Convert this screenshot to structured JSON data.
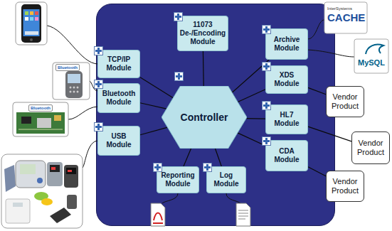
{
  "diagram": {
    "nodes": [
      {
        "text": [
          "11073 De-/Encoding Module"
        ]
      },
      {
        "text": [
          "Controller"
        ]
      },
      {
        "text": [
          "TCP/IP Module"
        ]
      },
      {
        "text": [
          "Bluetooth Module"
        ]
      },
      {
        "text": [
          "USB Module"
        ]
      },
      {
        "text": [
          "Archive Module"
        ]
      },
      {
        "text": [
          "XDS Module"
        ]
      },
      {
        "text": [
          "HL7 Module"
        ]
      },
      {
        "text": [
          "CDA Module"
        ]
      },
      {
        "text": [
          "Reporting Module"
        ]
      },
      {
        "text": [
          "Log Module"
        ]
      },
      {
        "text": [
          "Vendor Product"
        ]
      },
      {
        "text": [
          "Vendor Product"
        ]
      },
      {
        "text": [
          "Vendor Product"
        ]
      }
    ],
    "edges": [
      {
        "from": 1,
        "to": 0,
        "arrow": "none"
      },
      {
        "from": 1,
        "to": 2,
        "arrow": "none"
      },
      {
        "from": 1,
        "to": 3,
        "arrow": "none"
      },
      {
        "from": 1,
        "to": 4,
        "arrow": "none"
      },
      {
        "from": 1,
        "to": 5,
        "arrow": "none"
      },
      {
        "from": 1,
        "to": 6,
        "arrow": "none"
      },
      {
        "from": 1,
        "to": 7,
        "arrow": "none"
      },
      {
        "from": 1,
        "to": 8,
        "arrow": "none"
      },
      {
        "from": 1,
        "to": 9,
        "arrow": "none"
      },
      {
        "from": 1,
        "to": 10,
        "arrow": "none"
      },
      {
        "from": 6,
        "to": 11,
        "arrow": "none"
      },
      {
        "from": 7,
        "to": 12,
        "arrow": "none"
      },
      {
        "from": 8,
        "to": 13,
        "arrow": "none"
      }
    ],
    "labels": [
      "InterSystems",
      "CACHE",
      "MySQL",
      "Bluetooth",
      "Bluetooth"
    ]
  }
}
